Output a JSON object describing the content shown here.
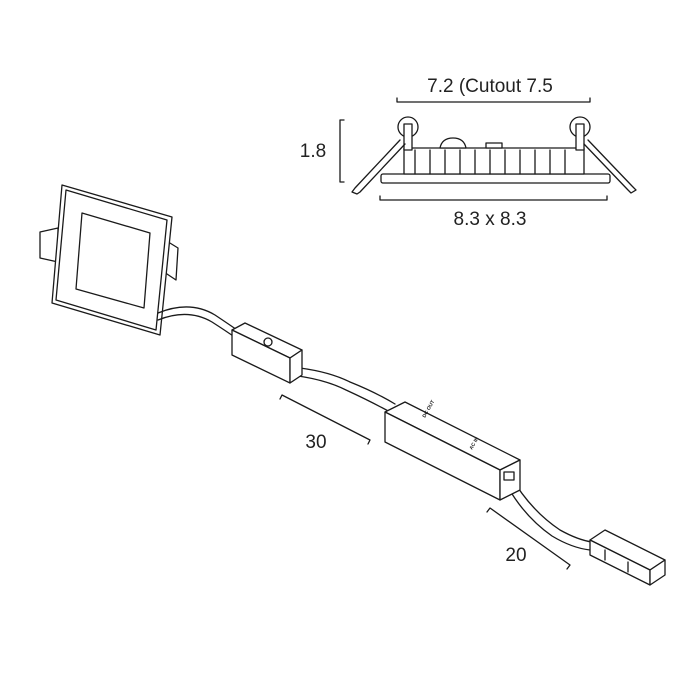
{
  "dimensions": {
    "inner_width": "7.2 (Cutout 7.5",
    "height": "1.8",
    "outer_size": "8.3 x 8.3",
    "cable_1": "30",
    "cable_2": "20"
  },
  "driver_labels": {
    "output": "DC OUT",
    "input": "AC IN"
  }
}
